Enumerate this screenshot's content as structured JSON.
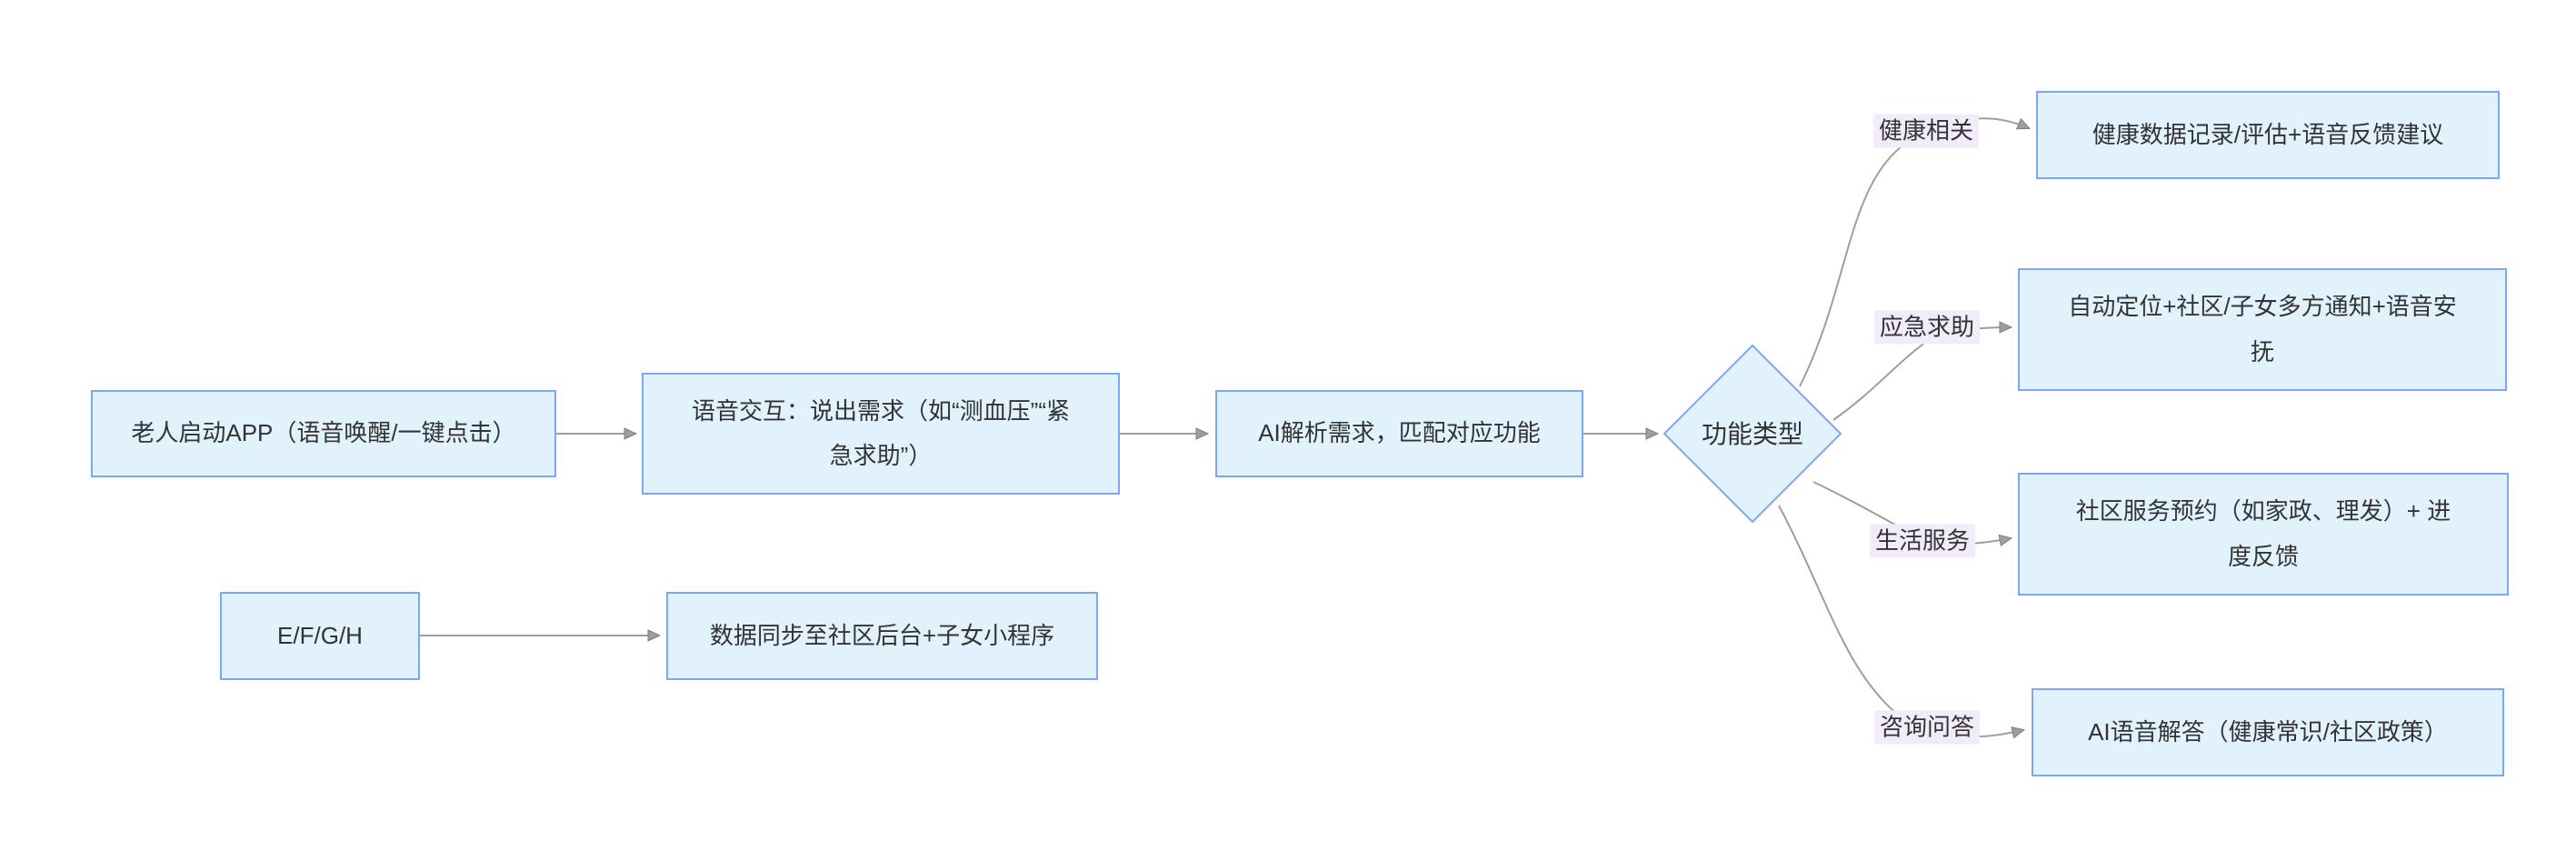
{
  "colors": {
    "background": "#ffffff",
    "node_fill": "#e1f2fc",
    "node_border": "#7da7f3",
    "node_text": "#333333",
    "edge_color": "#9e9e9e",
    "edge_label_bg": "#f2ebfa",
    "edge_label_text": "#333333"
  },
  "nodes": {
    "start": {
      "label": "老人启动APP（语音唤醒/一键点击）"
    },
    "voice": {
      "label": "语音交互：说出需求（如“测血压”“紧急求助”）"
    },
    "parse": {
      "label": "AI解析需求，匹配对应功能"
    },
    "decision": {
      "label": "功能类型"
    },
    "health": {
      "label": "健康数据记录/评估+语音反馈建议"
    },
    "emergency": {
      "label": "自动定位+社区/子女多方通知+语音安抚"
    },
    "life": {
      "label": "社区服务预约（如家政、理发）+ 进度反馈"
    },
    "consult": {
      "label": "AI语音解答（健康常识/社区政策）"
    },
    "efgh": {
      "label": "E/F/G/H"
    },
    "sync": {
      "label": "数据同步至社区后台+子女小程序"
    }
  },
  "edge_labels": {
    "health": "健康相关",
    "emergency": "应急求助",
    "life": "生活服务",
    "consult": "咨询问答"
  }
}
